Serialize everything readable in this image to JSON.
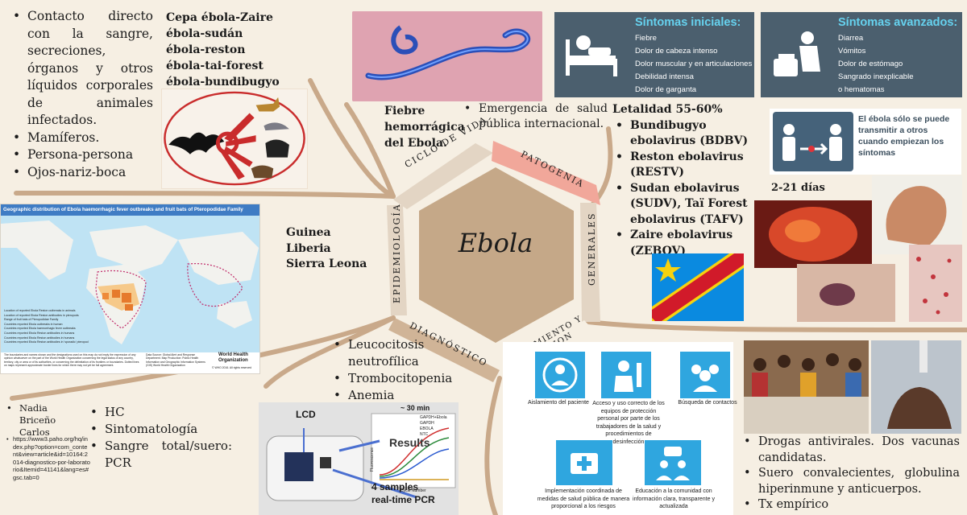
{
  "transmission": {
    "items": [
      "Contacto directo con la sangre, secreciones, órganos y otros líquidos corporales de animales infectados.",
      "Mamíferos.",
      "Persona-persona",
      "Ojos-nariz-boca"
    ]
  },
  "strains": [
    "Cepa ébola-Zaire",
    "ébola-sudán",
    "ébola-reston",
    "ébola-tai-forest",
    "ébola-bundibugyo"
  ],
  "fever_title": "Fiebre hemorrágica del Ebola.",
  "emergency": "Emergencia de salud pública internacional.",
  "symptoms_initial": {
    "title": "Síntomas iniciales:",
    "items": [
      "Fiebre",
      "Dolor de cabeza intenso",
      "Dolor muscular y en articulaciones",
      "Debilidad intensa",
      "Dolor de garganta"
    ]
  },
  "symptoms_advanced": {
    "title": "Síntomas avanzados:",
    "items": [
      "Diarrea",
      "Vómitos",
      "Dolor de estómago",
      "Sangrado inexplicable",
      "o hematomas"
    ]
  },
  "lethality": {
    "title": "Letalidad 55-60%",
    "items": [
      "Bundibugyo ebolavirus (BDBV)",
      "Reston ebolavirus (RESTV)",
      "Sudan ebolavirus (SUDV), Taï Forest ebolavirus (TAFV)",
      "Zaire ebolavirus (ZEBOV)"
    ]
  },
  "contagion_note": "El ébola sólo se puede transmitir a otros cuando empiezan los síntomas",
  "incubation": "2-21 días",
  "map": {
    "title": "Geographic distribution of Ebola haemorrhagic fever outbreaks and fruit bats of Pteropodidae Family",
    "legend": [
      "Location of reported Ebola Reston outbreaks in animals",
      "Location of reported Ebola Reston antibodies in pteropods",
      "Range of fruit bats of Pteropodidae Family",
      "Countries reported Ebola outbreaks in human",
      "Countries reported Ebola haemorrhagic fever outbreaks",
      "Countries reported Ebola Reston antibodies in humans",
      "Countries reported Ebola Reston antibodies in humans",
      "Countries reported Ebola Reston antibodies in 'sporadic' pteropod"
    ],
    "disclaimer": "The boundaries and names shown and the designations used on this map do not imply the expression of any opinion whatsoever on the part of the World Health Organization concerning the legal status of any country, territory, city or area or of its authorities, or concerning the delimitation of its frontiers or boundaries. Dotted lines on maps represent approximate border lines for which there may not yet be full agreement.",
    "data_source": "Data Source: Global Alert and Response Department. Map Production: Public Health Information and Geographic Information Systems (GIS) World Health Organization",
    "who": "World Health Organization",
    "copyright": "© WHO 2016. All rights reserved"
  },
  "countries": [
    "Guinea",
    "Liberia",
    "Sierra Leona"
  ],
  "hexagon": {
    "center": "Ebola",
    "ciclo": "CICLO DE VIDA",
    "patogenia": "PATOGENIA",
    "generales": "GENERALES",
    "tratamiento": "TRATAMIENTO Y PREVENCION",
    "diagnostico": "DIAGNÓSTICO",
    "epidemiologia": "EPIDEMIOLOGÍA"
  },
  "lab_findings": [
    "Leucocitosis neutrofílica",
    "Trombocitopenia",
    "Anemia"
  ],
  "author": "Nadia Briceño Carlos",
  "source_url": "https://www3.paho.org/hq/index.php?option=com_content&view=article&id=10164:2014-diagnostico-por-laboratorio&Itemid=41141&lang=es#gsc.tab=0",
  "diagnosis": [
    "HC",
    "Sintomatología",
    "Sangre total/suero: PCR"
  ],
  "pcr": {
    "lcd": "LCD",
    "time": "~ 30 min",
    "results": "Results",
    "samples": "4 samples",
    "realtime": "real-time PCR",
    "cycle": "Cycle Number",
    "fluor": "Fluorescence",
    "legend": [
      "GAPDH+Ebola",
      "GAPDH",
      "EBOLA",
      "NTC"
    ]
  },
  "prevention": [
    "Aislamiento del paciente",
    "Acceso y uso correcto de los equipos de protección personal por parte de los trabajadores de la salud y procedimientos de desinfección",
    "Búsqueda de contactos",
    "Implementación coordinada de medidas de salud pública de manera proporcional a los riesgos",
    "Educación a la comunidad con información clara, transparente y actualizada"
  ],
  "treatment": [
    "Drogas antivirales. Dos vacunas candidatas.",
    "Suero convalecientes, globulina hiperinmune y anticuerpos.",
    "Tx empírico"
  ],
  "colors": {
    "background": "#f6efe3",
    "hexagon": "#c5a888",
    "branch": "#c9a98a",
    "symptom_panel": "#4b5f6e",
    "symptom_title": "#66d2ef",
    "prevention_blue": "#2fa6df",
    "patogenia_band": "#f1a79a"
  }
}
